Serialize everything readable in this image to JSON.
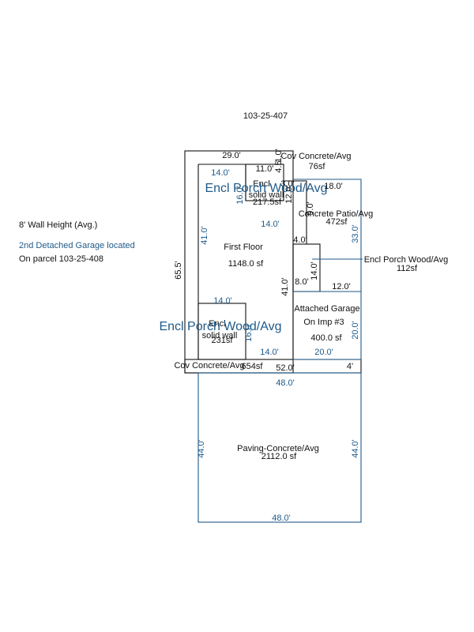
{
  "parcel_id": "103-25-407",
  "notes": {
    "wall_height": "8' Wall Height (Avg.)",
    "detached_line1": "2nd Detached Garage located",
    "detached_line2": "On parcel 103-25-408"
  },
  "colors": {
    "outline": "#111111",
    "blue": "#1f5a8a",
    "background": "#ffffff"
  },
  "areas": {
    "cov_concrete_top": {
      "name": "Cov Concrete/Avg",
      "area": "76sf"
    },
    "encl_upper": {
      "l1": "Encl",
      "l2": "solid wall",
      "l3": "217.5sf"
    },
    "porch_upper": "Encl Porch Wood/Avg",
    "concrete_patio": {
      "name": "Concrete Patio/Avg",
      "area": "472sf"
    },
    "first_floor": {
      "name": "First Floor",
      "area": "1148.0 sf"
    },
    "porch_right": {
      "name": "Encl Porch Wood/Avg",
      "area": "112sf"
    },
    "garage": {
      "l1": "Attached Garage",
      "l2": "On Imp #3",
      "area": "400.0 sf"
    },
    "porch_lower": "Encl Porch Wood/Avg",
    "encl_lower": {
      "l1": "Encl",
      "l2": "solid wall",
      "l3": "231sf"
    },
    "cov_concrete_bottom": {
      "name": "Cov Concrete/Avg",
      "area": "654sf"
    },
    "paving": {
      "name": "Paving-Concrete/Avg",
      "area": "2112.0 sf"
    }
  },
  "dims": {
    "top_29": "29.0'",
    "top_14": "14.0'",
    "top_11": "11.0'",
    "v_4_5": "4.5'",
    "v_1_0": "1.0'",
    "encl_3": "3.0'",
    "patio_18": "18.0'",
    "encl_16": "16.0'",
    "v_12": "12.0'",
    "v_9": "9.0'",
    "encl_14b": "14.0'",
    "left_41": "41.0'",
    "patio_33": "33.0'",
    "d_4": "4.0'",
    "d_8": "8.0'",
    "d_14v": "14.0'",
    "d_12": "12.0'",
    "outer_65": "65.5'",
    "ff_41": "41.0'",
    "lower_14t": "14.0'",
    "lower_16": "16.0'",
    "lower_14b": "14.0'",
    "garage_20v": "20.0'",
    "garage_20h": "20.0'",
    "bottom_52": "52.0'",
    "bottom_4": "4'",
    "pave_48t": "48.0'",
    "pave_44l": "44.0'",
    "pave_44r": "44.0'",
    "pave_48b": "48.0'"
  }
}
